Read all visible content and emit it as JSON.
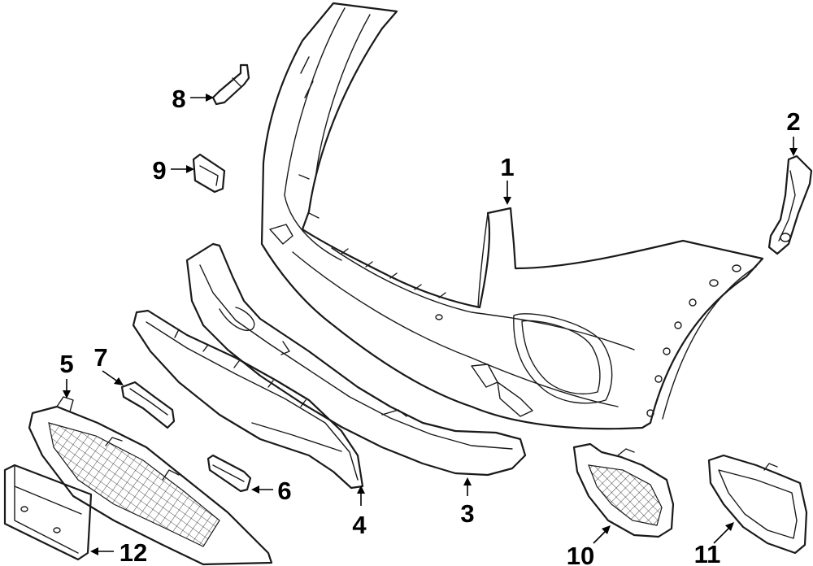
{
  "callouts": {
    "c1": "1",
    "c2": "2",
    "c3": "3",
    "c4": "4",
    "c5": "5",
    "c6": "6",
    "c7": "7",
    "c8": "8",
    "c9": "9",
    "c10": "10",
    "c11": "11",
    "c12": "12"
  },
  "colors": {
    "line": "#1a1a1a",
    "background": "#ffffff"
  }
}
